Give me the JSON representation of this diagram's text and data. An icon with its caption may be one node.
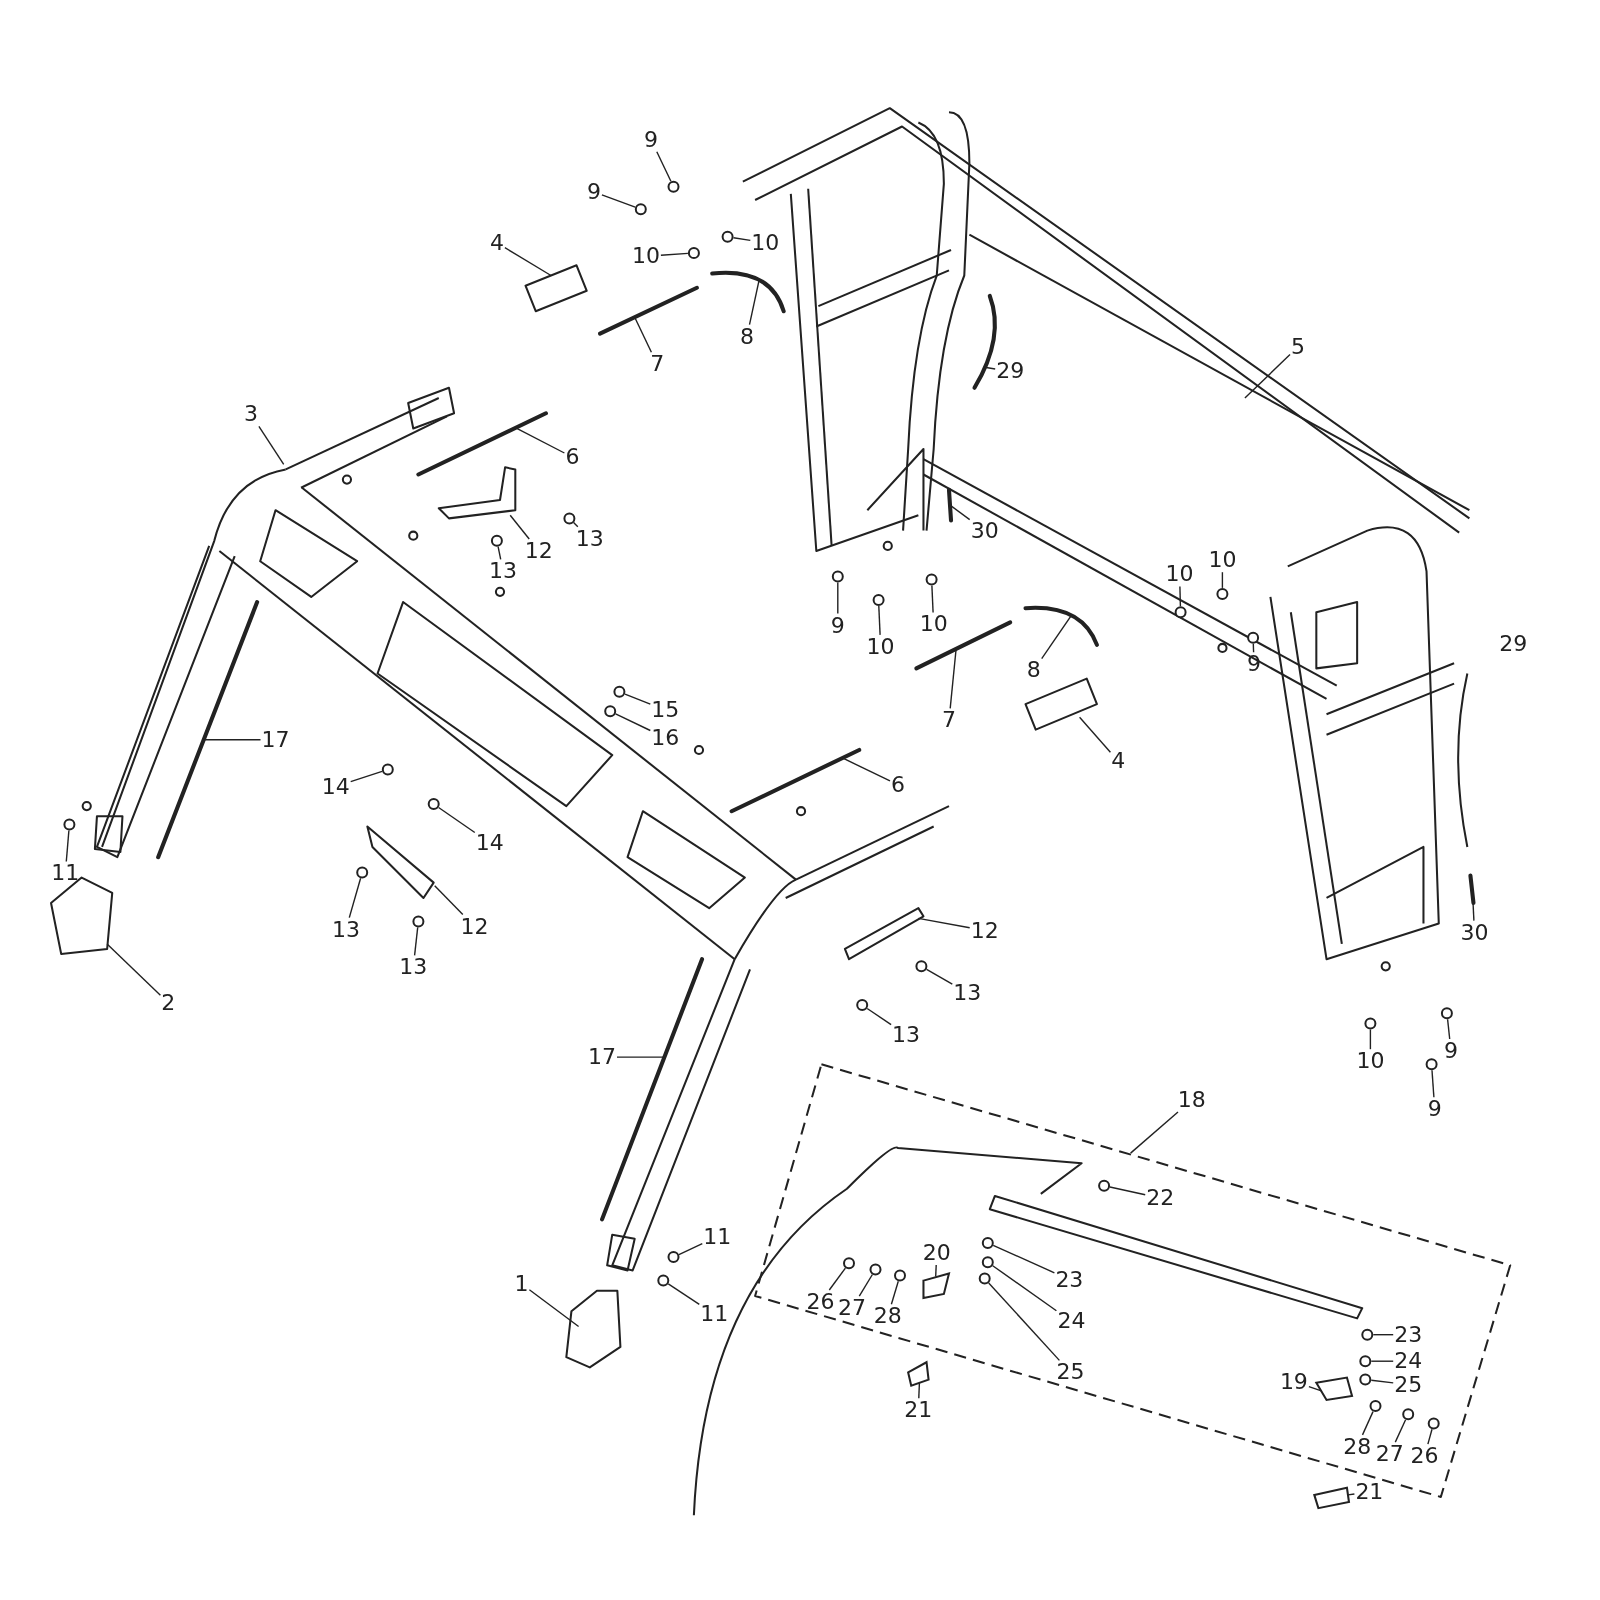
{
  "diagram": {
    "nodes": [
      {
        "text": [
          "9"
        ]
      },
      {
        "text": [
          "9"
        ]
      },
      {
        "text": [
          "10"
        ]
      },
      {
        "text": [
          "10"
        ]
      },
      {
        "text": [
          "4"
        ]
      },
      {
        "text": [
          "8"
        ]
      },
      {
        "text": [
          "7"
        ]
      },
      {
        "text": [
          "5"
        ]
      },
      {
        "text": [
          "29"
        ]
      },
      {
        "text": [
          "3"
        ]
      },
      {
        "text": [
          "6"
        ]
      },
      {
        "text": [
          "12"
        ]
      },
      {
        "text": [
          "13"
        ]
      },
      {
        "text": [
          "13"
        ]
      },
      {
        "text": [
          "30"
        ]
      },
      {
        "text": [
          "10"
        ]
      },
      {
        "text": [
          "10"
        ]
      },
      {
        "text": [
          "9"
        ]
      },
      {
        "text": [
          "10"
        ]
      },
      {
        "text": [
          "10"
        ]
      },
      {
        "text": [
          "9"
        ]
      },
      {
        "text": [
          "8"
        ]
      },
      {
        "text": [
          "15"
        ]
      },
      {
        "text": [
          "16"
        ]
      },
      {
        "text": [
          "7"
        ]
      },
      {
        "text": [
          "17"
        ]
      },
      {
        "text": [
          "4"
        ]
      },
      {
        "text": [
          "14"
        ]
      },
      {
        "text": [
          "6"
        ]
      },
      {
        "text": [
          "14"
        ]
      },
      {
        "text": [
          "11"
        ]
      },
      {
        "text": [
          "12"
        ]
      },
      {
        "text": [
          "12"
        ]
      },
      {
        "text": [
          "13"
        ]
      },
      {
        "text": [
          "30"
        ]
      },
      {
        "text": [
          "13"
        ]
      },
      {
        "text": [
          "13"
        ]
      },
      {
        "text": [
          "2"
        ]
      },
      {
        "text": [
          "10"
        ]
      },
      {
        "text": [
          "9"
        ]
      },
      {
        "text": [
          "13"
        ]
      },
      {
        "text": [
          "17"
        ]
      },
      {
        "text": [
          "9"
        ]
      },
      {
        "text": [
          "18"
        ]
      },
      {
        "text": [
          "22"
        ]
      },
      {
        "text": [
          "11"
        ]
      },
      {
        "text": [
          "20"
        ]
      },
      {
        "text": [
          "23"
        ]
      },
      {
        "text": [
          "1"
        ]
      },
      {
        "text": [
          "26"
        ]
      },
      {
        "text": [
          "27"
        ]
      },
      {
        "text": [
          "28"
        ]
      },
      {
        "text": [
          "11"
        ]
      },
      {
        "text": [
          "24"
        ]
      },
      {
        "text": [
          "23"
        ]
      },
      {
        "text": [
          "24"
        ]
      },
      {
        "text": [
          "25"
        ]
      },
      {
        "text": [
          "19"
        ]
      },
      {
        "text": [
          "25"
        ]
      },
      {
        "text": [
          "21"
        ]
      },
      {
        "text": [
          "28"
        ]
      },
      {
        "text": [
          "27"
        ]
      },
      {
        "text": [
          "26"
        ]
      },
      {
        "text": [
          "21"
        ]
      },
      {
        "text": [],
        "shape": "circle"
      },
      {
        "text": [],
        "shape": "circle"
      },
      {
        "text": [],
        "shape": "circle"
      },
      {
        "text": [],
        "shape": "circle"
      },
      {
        "text": [],
        "shape": "bar"
      },
      {
        "text": [],
        "shape": "bar"
      },
      {
        "text": [],
        "shape": "bar"
      },
      {
        "text": [],
        "shape": "bar"
      },
      {
        "text": [],
        "shape": "circle"
      },
      {
        "text": [],
        "shape": "circle"
      },
      {
        "text": [],
        "shape": "bar"
      },
      {
        "text": [],
        "shape": "circle"
      },
      {
        "text": [],
        "shape": "circle"
      },
      {
        "text": [],
        "shape": "circle"
      },
      {
        "text": [],
        "shape": "circle"
      },
      {
        "text": [],
        "shape": "circle"
      },
      {
        "text": [],
        "shape": "circle"
      },
      {
        "text": [],
        "shape": "bar"
      },
      {
        "text": [],
        "shape": "circle"
      },
      {
        "text": [],
        "shape": "circle"
      },
      {
        "text": [],
        "shape": "bar"
      },
      {
        "text": [],
        "shape": "bar"
      },
      {
        "text": [],
        "shape": "circle"
      },
      {
        "text": [],
        "shape": "bar"
      },
      {
        "text": [],
        "shape": "circle"
      },
      {
        "text": [],
        "shape": "circle"
      },
      {
        "text": [],
        "shape": "circle"
      },
      {
        "text": [],
        "shape": "bar"
      },
      {
        "text": [],
        "shape": "circle"
      },
      {
        "text": [],
        "shape": "circle"
      },
      {
        "text": [],
        "shape": "circle"
      },
      {
        "text": [],
        "shape": "circle"
      },
      {
        "text": [],
        "shape": "circle"
      },
      {
        "text": [],
        "shape": "bar"
      },
      {
        "text": [],
        "shape": "circle"
      },
      {
        "text": [],
        "shape": "circle"
      },
      {
        "text": [],
        "shape": "circle"
      },
      {
        "text": [],
        "shape": "circle"
      },
      {
        "text": [],
        "shape": "circle"
      },
      {
        "text": [],
        "shape": "circle"
      },
      {
        "text": [],
        "shape": "circle"
      },
      {
        "text": [],
        "shape": "circle"
      },
      {
        "text": [],
        "shape": "circle"
      },
      {
        "text": [],
        "shape": "circle"
      },
      {
        "text": [],
        "shape": "circle"
      },
      {
        "text": [],
        "shape": "circle"
      },
      {
        "text": [],
        "shape": "circle"
      },
      {
        "text": [],
        "shape": "circle"
      },
      {
        "text": [],
        "shape": "circle"
      },
      {
        "text": [],
        "shape": "circle"
      },
      {
        "text": [],
        "shape": "box"
      },
      {
        "text": [],
        "shape": "box"
      },
      {
        "text": [],
        "shape": "box"
      },
      {
        "text": [],
        "shape": "box"
      }
    ],
    "edges": [
      {
        "from": 0,
        "to": 64,
        "arrow": "none"
      },
      {
        "from": 1,
        "to": 65,
        "arrow": "none"
      },
      {
        "from": 2,
        "to": 66,
        "arrow": "none"
      },
      {
        "from": 3,
        "to": 67,
        "arrow": "none"
      },
      {
        "from": 4,
        "to": null,
        "arrow": "none"
      },
      {
        "from": 5,
        "to": 68,
        "arrow": "none"
      },
      {
        "from": 6,
        "to": 69,
        "arrow": "none"
      },
      {
        "from": 7,
        "to": null,
        "arrow": "none"
      },
      {
        "from": 8,
        "to": 70,
        "arrow": "none"
      },
      {
        "from": 9,
        "to": null,
        "arrow": "none"
      },
      {
        "from": 10,
        "to": 71,
        "arrow": "none"
      },
      {
        "from": 11,
        "to": null,
        "arrow": "none"
      },
      {
        "from": 12,
        "to": 72,
        "arrow": "none"
      },
      {
        "from": 13,
        "to": 73,
        "arrow": "none"
      },
      {
        "from": 14,
        "to": 74,
        "arrow": "none"
      },
      {
        "from": 15,
        "to": 75,
        "arrow": "none"
      },
      {
        "from": 16,
        "to": 76,
        "arrow": "none"
      },
      {
        "from": 17,
        "to": 77,
        "arrow": "none"
      },
      {
        "from": 18,
        "to": 78,
        "arrow": "none"
      },
      {
        "from": 19,
        "to": 79,
        "arrow": "none"
      },
      {
        "from": 20,
        "to": 80,
        "arrow": "none"
      },
      {
        "from": 21,
        "to": 81,
        "arrow": "none"
      },
      {
        "from": 22,
        "to": 82,
        "arrow": "none"
      },
      {
        "from": 23,
        "to": 83,
        "arrow": "none"
      },
      {
        "from": 24,
        "to": 84,
        "arrow": "none"
      },
      {
        "from": 25,
        "to": 85,
        "arrow": "none"
      },
      {
        "from": 26,
        "to": null,
        "arrow": "none"
      },
      {
        "from": 27,
        "to": 86,
        "arrow": "none"
      },
      {
        "from": 28,
        "to": 87,
        "arrow": "none"
      },
      {
        "from": 29,
        "to": 88,
        "arrow": "none"
      },
      {
        "from": 30,
        "to": 89,
        "arrow": "none"
      },
      {
        "from": 31,
        "to": null,
        "arrow": "none"
      },
      {
        "from": 32,
        "to": null,
        "arrow": "none"
      },
      {
        "from": 33,
        "to": 90,
        "arrow": "none"
      },
      {
        "from": 34,
        "to": 91,
        "arrow": "none"
      },
      {
        "from": 35,
        "to": 92,
        "arrow": "none"
      },
      {
        "from": 36,
        "to": 93,
        "arrow": "none"
      },
      {
        "from": 37,
        "to": null,
        "arrow": "none"
      },
      {
        "from": 38,
        "to": 94,
        "arrow": "none"
      },
      {
        "from": 39,
        "to": 95,
        "arrow": "none"
      },
      {
        "from": 40,
        "to": 96,
        "arrow": "none"
      },
      {
        "from": 41,
        "to": 97,
        "arrow": "none"
      },
      {
        "from": 42,
        "to": 98,
        "arrow": "none"
      },
      {
        "from": 43,
        "to": null,
        "arrow": "none"
      },
      {
        "from": 44,
        "to": 99,
        "arrow": "none"
      },
      {
        "from": 45,
        "to": 100,
        "arrow": "none"
      },
      {
        "from": 46,
        "to": 114,
        "arrow": "none"
      },
      {
        "from": 47,
        "to": 101,
        "arrow": "none"
      },
      {
        "from": 48,
        "to": null,
        "arrow": "none"
      },
      {
        "from": 49,
        "to": 102,
        "arrow": "none"
      },
      {
        "from": 50,
        "to": 103,
        "arrow": "none"
      },
      {
        "from": 51,
        "to": 104,
        "arrow": "none"
      },
      {
        "from": 52,
        "to": 105,
        "arrow": "none"
      },
      {
        "from": 53,
        "to": 106,
        "arrow": "none"
      },
      {
        "from": 54,
        "to": 107,
        "arrow": "none"
      },
      {
        "from": 55,
        "to": 108,
        "arrow": "none"
      },
      {
        "from": 56,
        "to": 109,
        "arrow": "none"
      },
      {
        "from": 57,
        "to": 115,
        "arrow": "none"
      },
      {
        "from": 58,
        "to": 110,
        "arrow": "none"
      },
      {
        "from": 59,
        "to": 116,
        "arrow": "none"
      },
      {
        "from": 60,
        "to": 111,
        "arrow": "none"
      },
      {
        "from": 61,
        "to": 112,
        "arrow": "none"
      },
      {
        "from": 62,
        "to": 113,
        "arrow": "none"
      },
      {
        "from": 63,
        "to": 117,
        "arrow": "none"
      }
    ],
    "labels": [
      "29"
    ]
  }
}
